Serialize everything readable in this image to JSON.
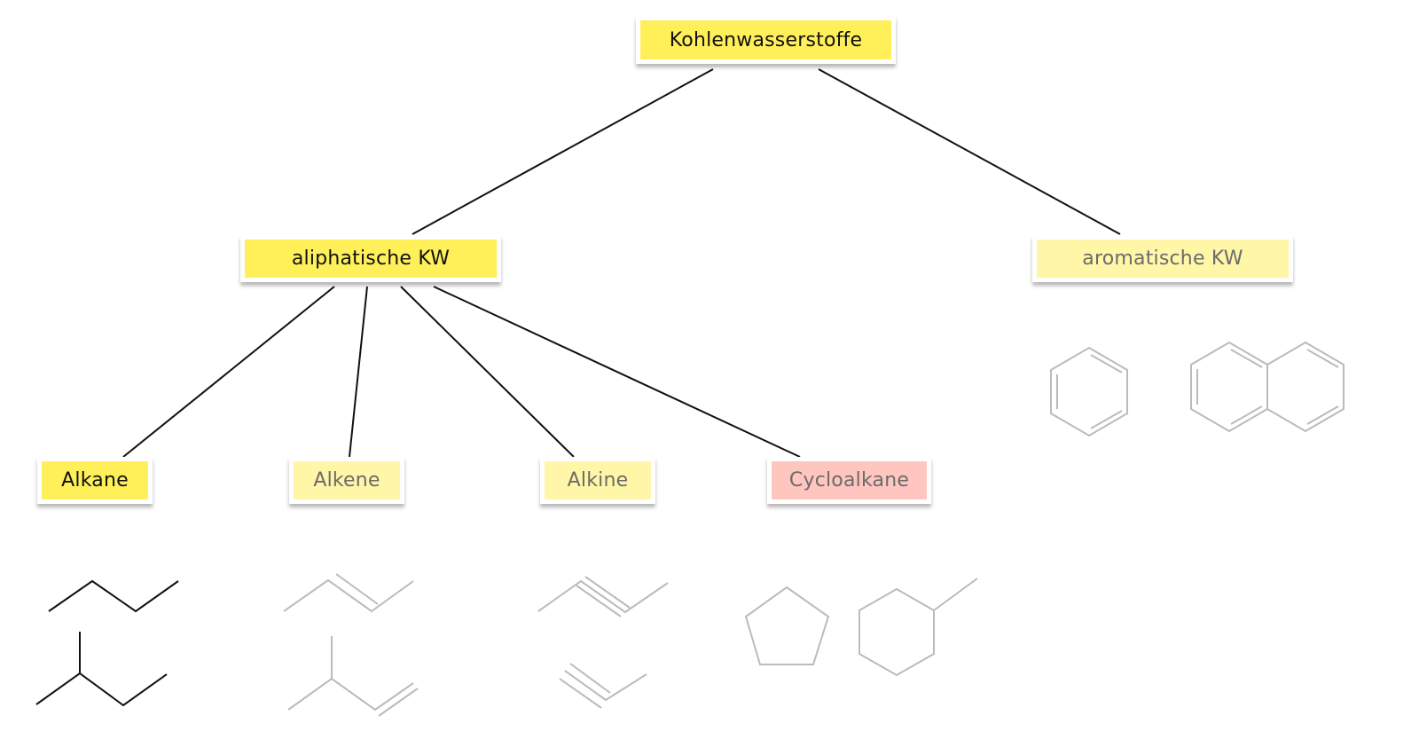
{
  "root": {
    "label": "Kohlenwasserstoffe"
  },
  "level1": {
    "aliphatic": {
      "label": "aliphatische KW"
    },
    "aromatic": {
      "label": "aromatische KW"
    }
  },
  "level2": {
    "alkane": {
      "label": "Alkane"
    },
    "alkene": {
      "label": "Alkene"
    },
    "alkine": {
      "label": "Alkine"
    },
    "cycloalkane": {
      "label": "Cycloalkane"
    }
  },
  "colors": {
    "highlight": "#fff05a",
    "pale": "#fff6a8",
    "pink": "#ffc6c0",
    "line": "#111111",
    "faded": "#bbbbbb"
  }
}
